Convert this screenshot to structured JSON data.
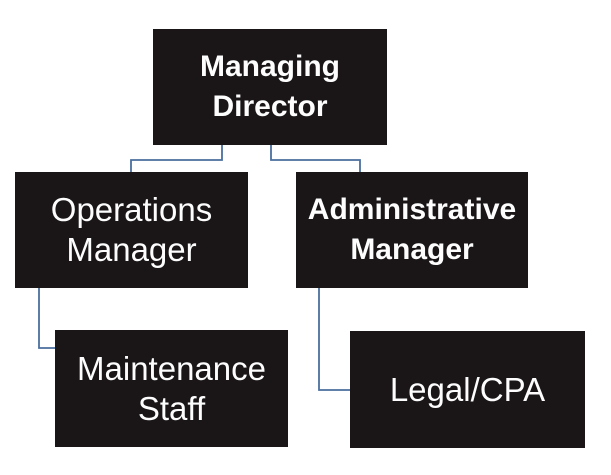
{
  "org_chart": {
    "type": "org-chart",
    "nodes": [
      {
        "id": "managing-director",
        "label": "Managing Director",
        "emphasis": "bold",
        "level": 0
      },
      {
        "id": "operations-manager",
        "label": "Operations Manager",
        "emphasis": "regular",
        "level": 1
      },
      {
        "id": "administrative-manager",
        "label": "Administrative Manager",
        "emphasis": "bold",
        "level": 1
      },
      {
        "id": "maintenance-staff",
        "label": "Maintenance Staff",
        "emphasis": "regular",
        "level": 2
      },
      {
        "id": "legal-cpa",
        "label": "Legal/CPA",
        "emphasis": "regular",
        "level": 2
      }
    ],
    "edges": [
      {
        "from": "managing-director",
        "to": "operations-manager"
      },
      {
        "from": "managing-director",
        "to": "administrative-manager"
      },
      {
        "from": "operations-manager",
        "to": "maintenance-staff"
      },
      {
        "from": "administrative-manager",
        "to": "legal-cpa"
      }
    ],
    "colors": {
      "node_fill": "#1a1617",
      "node_text": "#ffffff",
      "connector": "#4a6f9f",
      "background": "#ffffff"
    }
  }
}
